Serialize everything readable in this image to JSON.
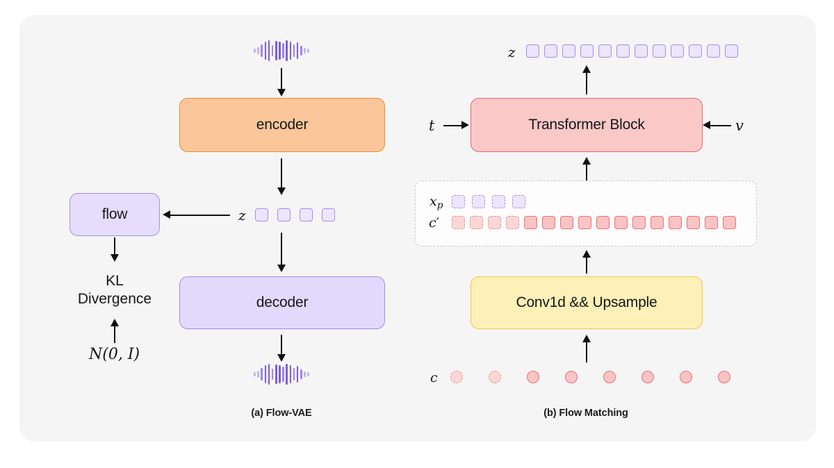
{
  "figure": {
    "background": "#f5f5f5",
    "page_background": "#ffffff"
  },
  "palette": {
    "orange_fill": "#fbc79a",
    "orange_border": "#e78b37",
    "purple_fill": "#e2dafc",
    "purple_border": "#9f8aea",
    "pink_fill": "#fbc8c8",
    "pink_border": "#e06a6e",
    "yellow_fill": "#fdf0b8",
    "yellow_border": "#f0c74a",
    "token_purple_fill": "#ece6fd",
    "token_purple_border": "#a48bf0",
    "token_pink_fill": "#fac4c4",
    "token_pink_border": "#ea6f72",
    "arrow": "#111114",
    "waveform": "#7c5ce0",
    "dashed_group_border": "#c9c9cf"
  },
  "panel_a": {
    "caption": "(a) Flow-VAE",
    "input_waveform_name": "audio-waveform",
    "encoder_label": "encoder",
    "decoder_label": "decoder",
    "flow_label": "flow",
    "latent_symbol": "z",
    "latent_token_count": 4,
    "latent_tokens": [
      {
        "style": "purple"
      },
      {
        "style": "purple"
      },
      {
        "style": "purple"
      },
      {
        "style": "purple"
      }
    ],
    "kl_label_line1": "KL",
    "kl_label_line2": "Divergence",
    "prior_label": "N(0, I)",
    "output_waveform_name": "audio-waveform",
    "waveform_bars": [
      6,
      10,
      18,
      26,
      30,
      16,
      28,
      26,
      22,
      30,
      26,
      18,
      24,
      14,
      8,
      6
    ]
  },
  "panel_b": {
    "caption": "(b) Flow Matching",
    "output_symbol": "z",
    "output_token_count": 12,
    "output_tokens": [
      {
        "style": "purple"
      },
      {
        "style": "purple"
      },
      {
        "style": "purple"
      },
      {
        "style": "purple"
      },
      {
        "style": "purple"
      },
      {
        "style": "purple"
      },
      {
        "style": "purple"
      },
      {
        "style": "purple"
      },
      {
        "style": "purple"
      },
      {
        "style": "purple"
      },
      {
        "style": "purple"
      },
      {
        "style": "purple"
      }
    ],
    "transformer_label": "Transformer Block",
    "timestep_symbol": "t",
    "velocity_symbol": "v",
    "xp_symbol": "x",
    "xp_subscript": "p",
    "xp_token_count": 4,
    "xp_tokens": [
      {
        "style": "purple-dash"
      },
      {
        "style": "purple-dash"
      },
      {
        "style": "purple-dash"
      },
      {
        "style": "purple-dash"
      }
    ],
    "cprime_symbol": "c′",
    "cprime_token_count": 16,
    "cprime_tokens": [
      {
        "style": "pink-dash"
      },
      {
        "style": "pink-dash"
      },
      {
        "style": "pink-dash"
      },
      {
        "style": "pink-dash"
      },
      {
        "style": "pink"
      },
      {
        "style": "pink"
      },
      {
        "style": "pink"
      },
      {
        "style": "pink"
      },
      {
        "style": "pink"
      },
      {
        "style": "pink"
      },
      {
        "style": "pink"
      },
      {
        "style": "pink"
      },
      {
        "style": "pink"
      },
      {
        "style": "pink"
      },
      {
        "style": "pink"
      },
      {
        "style": "pink"
      }
    ],
    "conv_label": "Conv1d && Upsample",
    "cond_symbol": "c",
    "cond_circle_count": 8,
    "cond_circles": [
      {
        "style": "pink-dash"
      },
      {
        "style": "pink-dash"
      },
      {
        "style": "pink"
      },
      {
        "style": "pink"
      },
      {
        "style": "pink"
      },
      {
        "style": "pink"
      },
      {
        "style": "pink"
      },
      {
        "style": "pink"
      }
    ]
  }
}
